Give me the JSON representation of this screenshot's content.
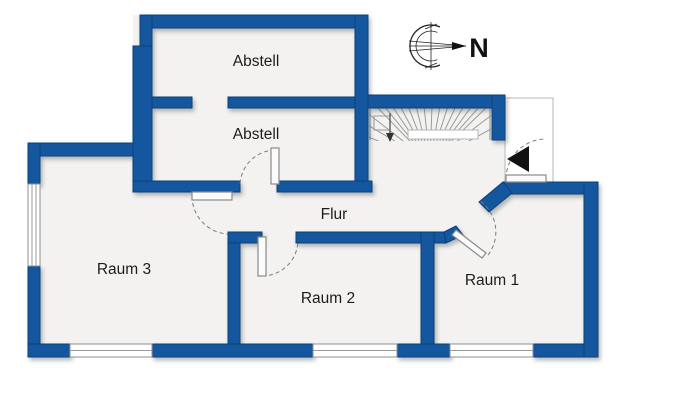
{
  "colors": {
    "wall": "#14579e",
    "walledge": "#0d4076",
    "floor": "#f3f2f0",
    "line": "#8f8f8f",
    "dash": "#7a7a7a",
    "text": "#1c1c1c",
    "ink": "#111111"
  },
  "rooms": {
    "abstell_upper": "Abstell",
    "abstell_lower": "Abstell",
    "flur": "Flur",
    "raum3": "Raum 3",
    "raum2": "Raum 2",
    "raum1": "Raum 1"
  },
  "compass": {
    "north_label": "N"
  }
}
